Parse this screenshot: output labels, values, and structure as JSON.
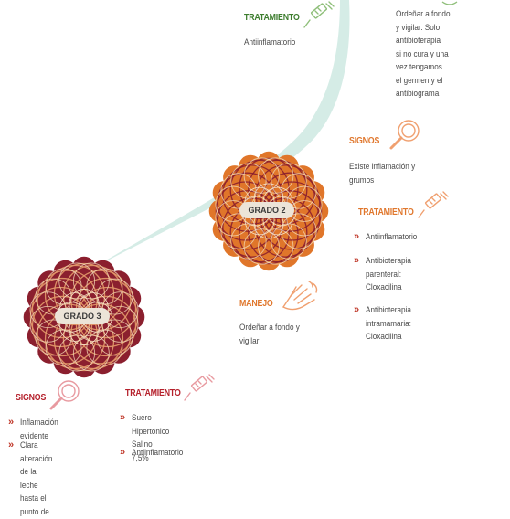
{
  "top": {
    "tratamiento_title": "TRATAMIENTO",
    "tratamiento_item": "Antiinflamatorio",
    "manejo_text": "Ordeñar a fondo\ny vigilar. Solo\nantibioterapia\nsi no cura y una\nvez tengamos\nel germen y el\nantibiograma"
  },
  "grado2": {
    "badge": "GRADO 2",
    "signos_title": "SIGNOS",
    "signos_text": "Existe inflamación y\ngrumos",
    "tratamiento_title": "TRATAMIENTO",
    "tratamiento_items": [
      "Antiinflamatorio",
      "Antibioterapia\nparenteral:\nCloxacilina",
      "Antibioterapia\nintramamaria:\nCloxacilina"
    ],
    "manejo_title": "MANEJO",
    "manejo_text": "Ordeñar a fondo y\nvigilar"
  },
  "grado3": {
    "badge": "GRADO 3",
    "signos_title": "SIGNOS",
    "signos_items": [
      "Inflamación evidente",
      "Clara alteración de la\nleche hasta el punto de"
    ],
    "tratamiento_title": "TRATAMIENTO",
    "tratamiento_items": [
      "Suero Hipertónico\nSalino 7,5%",
      "Antiinflamatorio"
    ]
  },
  "colors": {
    "green": "#3d7d2e",
    "red": "#b5212c",
    "orange": "#e0772d",
    "teal_curve": "#d5ece6",
    "mandala_maroon": "#8b1f2e",
    "mandala_orange": "#e0762a"
  },
  "icons": [
    "syringe-icon",
    "magnifier-icon",
    "hand-icon",
    "mandala-icon"
  ]
}
